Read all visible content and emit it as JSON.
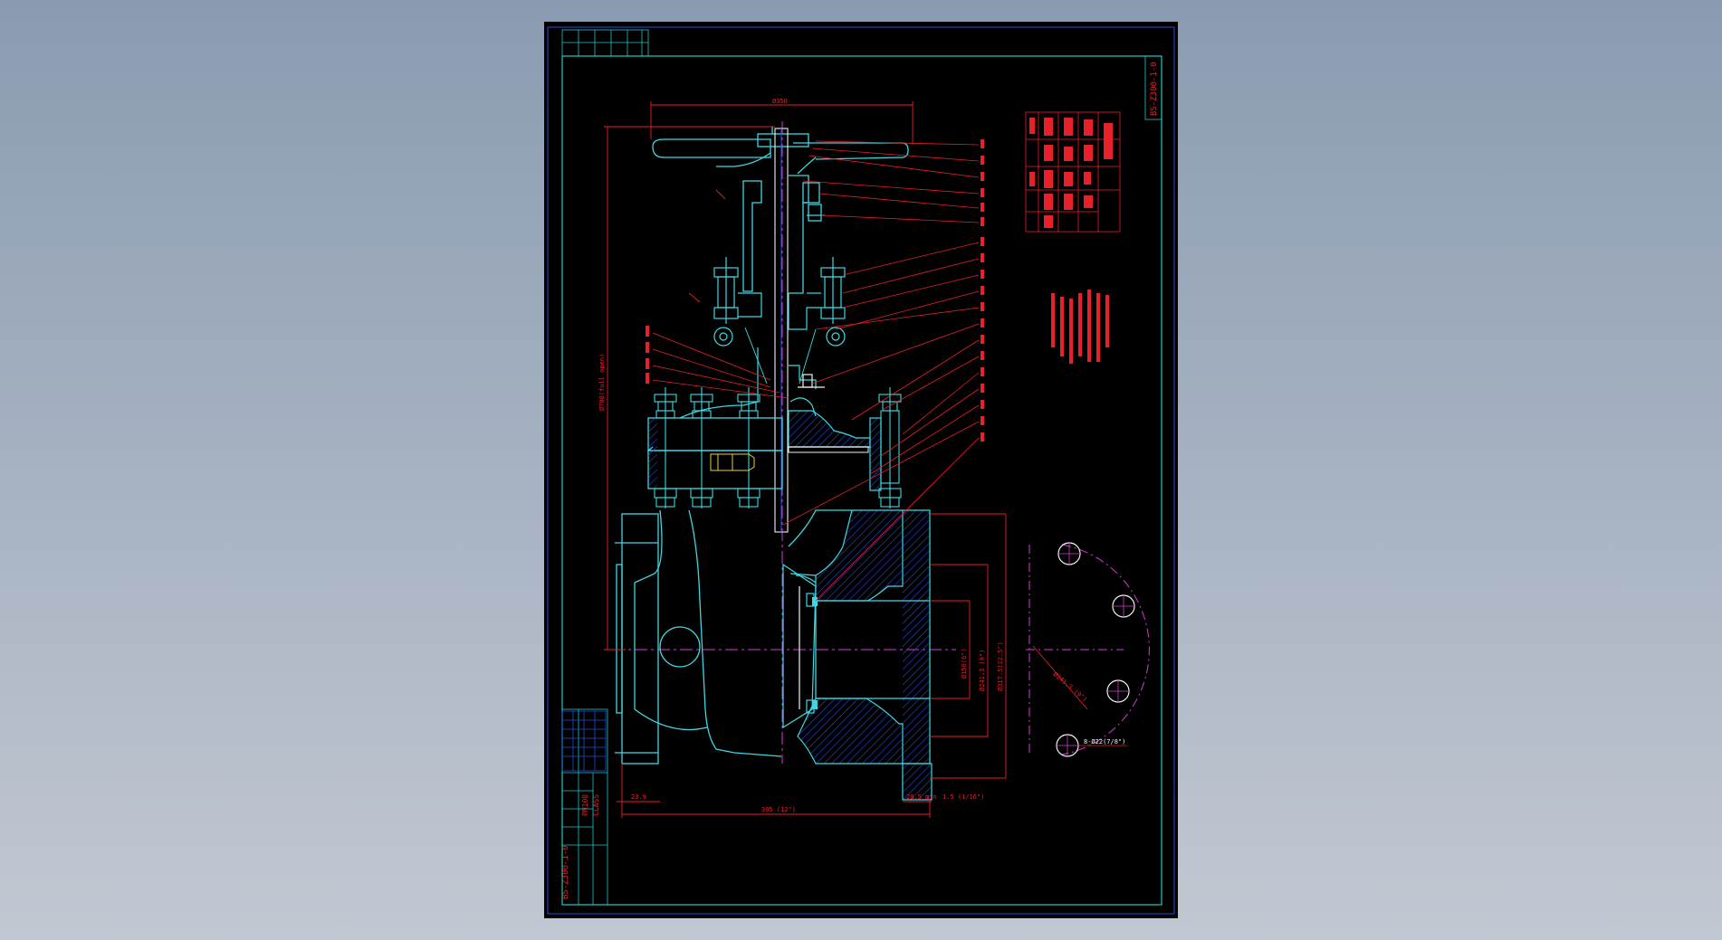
{
  "drawing": {
    "number_top": "BS-Z300-1-0",
    "number_bottom": "BS-Z300-1-0",
    "top_dimension": "Ø350",
    "height_dimension": "Ø700(full open)",
    "length_dimension": "305 (12\")",
    "left_flange_dim": "23.9",
    "raised_face_dim": "28.5 min",
    "flange_thk_dim": "1.5 (1/16\")",
    "bolt_circle_dim": "Ø241.3 (9\")",
    "bolt_holes_dim": "8-Ø22(7/8\")",
    "bore_dim_1": "Ø150(6\")",
    "bore_dim_2": "Ø241.3 (9\")",
    "bore_dim_3": "Ø317.5(12.5\")",
    "class_label": "PN100",
    "size_label": "CLASS"
  },
  "colors": {
    "paper": "#000000",
    "frame": "#26c6c6",
    "part": "#3fd8e2",
    "dim": "#e8202a",
    "center": "#d43ad4",
    "hatch": "#2a4bd8",
    "white": "#f2f2f2",
    "yellow": "#e6d23a"
  }
}
